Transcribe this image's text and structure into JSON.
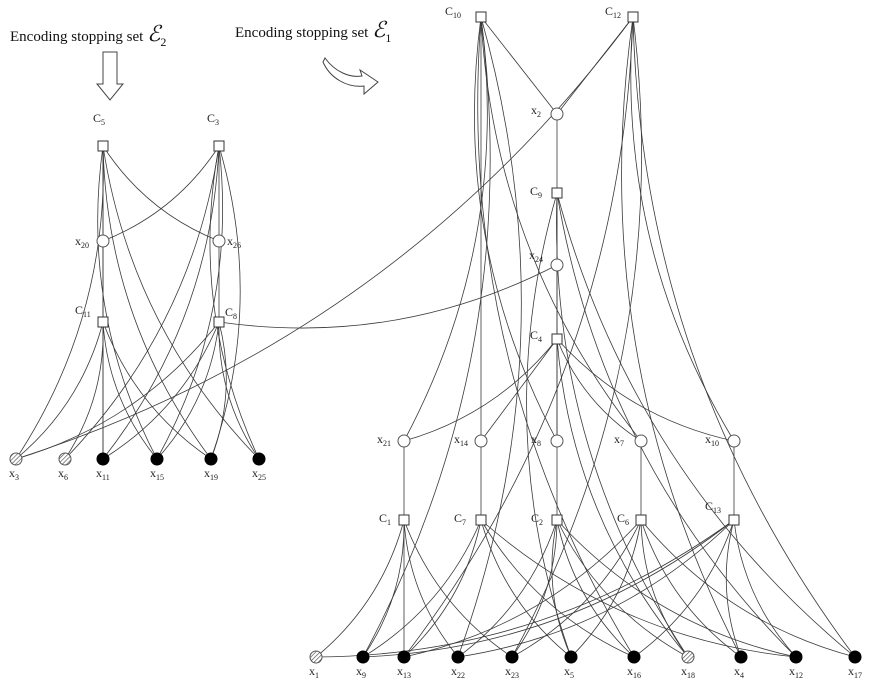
{
  "captions": {
    "left": {
      "text": "Encoding stopping set ",
      "symbol": "ℰ",
      "sub": "2"
    },
    "right": {
      "text": "Encoding stopping set ",
      "symbol": "ℰ",
      "sub": "1"
    }
  },
  "nodes": [
    {
      "id": "C5",
      "kind": "check",
      "name": "C",
      "sub": "5"
    },
    {
      "id": "C3",
      "kind": "check",
      "name": "C",
      "sub": "3"
    },
    {
      "id": "x20",
      "kind": "open",
      "name": "x",
      "sub": "20"
    },
    {
      "id": "x26",
      "kind": "open",
      "name": "x",
      "sub": "26"
    },
    {
      "id": "C11",
      "kind": "check",
      "name": "C",
      "sub": "11"
    },
    {
      "id": "C8",
      "kind": "check",
      "name": "C",
      "sub": "8"
    },
    {
      "id": "x3",
      "kind": "hatched",
      "name": "x",
      "sub": "3"
    },
    {
      "id": "x6",
      "kind": "hatched",
      "name": "x",
      "sub": "6"
    },
    {
      "id": "x11",
      "kind": "filled",
      "name": "x",
      "sub": "11"
    },
    {
      "id": "x15",
      "kind": "filled",
      "name": "x",
      "sub": "15"
    },
    {
      "id": "x19",
      "kind": "filled",
      "name": "x",
      "sub": "19"
    },
    {
      "id": "x25",
      "kind": "filled",
      "name": "x",
      "sub": "25"
    },
    {
      "id": "C10",
      "kind": "check",
      "name": "C",
      "sub": "10"
    },
    {
      "id": "C12",
      "kind": "check",
      "name": "C",
      "sub": "12"
    },
    {
      "id": "x2",
      "kind": "open",
      "name": "x",
      "sub": "2"
    },
    {
      "id": "C9",
      "kind": "check",
      "name": "C",
      "sub": "9"
    },
    {
      "id": "x24",
      "kind": "open",
      "name": "x",
      "sub": "24"
    },
    {
      "id": "C4",
      "kind": "check",
      "name": "C",
      "sub": "4"
    },
    {
      "id": "x21",
      "kind": "open",
      "name": "x",
      "sub": "21"
    },
    {
      "id": "x14",
      "kind": "open",
      "name": "x",
      "sub": "14"
    },
    {
      "id": "x8",
      "kind": "open",
      "name": "x",
      "sub": "8"
    },
    {
      "id": "x7",
      "kind": "open",
      "name": "x",
      "sub": "7"
    },
    {
      "id": "x10",
      "kind": "open",
      "name": "x",
      "sub": "10"
    },
    {
      "id": "C1",
      "kind": "check",
      "name": "C",
      "sub": "1"
    },
    {
      "id": "C7",
      "kind": "check",
      "name": "C",
      "sub": "7"
    },
    {
      "id": "C2",
      "kind": "check",
      "name": "C",
      "sub": "2"
    },
    {
      "id": "C6",
      "kind": "check",
      "name": "C",
      "sub": "6"
    },
    {
      "id": "C13",
      "kind": "check",
      "name": "C",
      "sub": "13"
    },
    {
      "id": "x1",
      "kind": "hatched",
      "name": "x",
      "sub": "1"
    },
    {
      "id": "x9",
      "kind": "filled",
      "name": "x",
      "sub": "9"
    },
    {
      "id": "x13",
      "kind": "filled",
      "name": "x",
      "sub": "13"
    },
    {
      "id": "x22",
      "kind": "filled",
      "name": "x",
      "sub": "22"
    },
    {
      "id": "x23",
      "kind": "filled",
      "name": "x",
      "sub": "23"
    },
    {
      "id": "x5",
      "kind": "filled",
      "name": "x",
      "sub": "5"
    },
    {
      "id": "x16",
      "kind": "filled",
      "name": "x",
      "sub": "16"
    },
    {
      "id": "x18",
      "kind": "hatched",
      "name": "x",
      "sub": "18"
    },
    {
      "id": "x4",
      "kind": "filled",
      "name": "x",
      "sub": "4"
    },
    {
      "id": "x12",
      "kind": "filled",
      "name": "x",
      "sub": "12"
    },
    {
      "id": "x17",
      "kind": "filled",
      "name": "x",
      "sub": "17"
    }
  ],
  "edges": [
    [
      "C5",
      "x20"
    ],
    [
      "C5",
      "x11"
    ],
    [
      "C5",
      "x15"
    ],
    [
      "C5",
      "x19"
    ],
    [
      "C5",
      "x26"
    ],
    [
      "C5",
      "x3"
    ],
    [
      "C5",
      "x25"
    ],
    [
      "C3",
      "x26"
    ],
    [
      "C3",
      "x20"
    ],
    [
      "C3",
      "x11"
    ],
    [
      "C3",
      "x15"
    ],
    [
      "C3",
      "x19"
    ],
    [
      "C3",
      "x6"
    ],
    [
      "C3",
      "x25"
    ],
    [
      "x20",
      "C11"
    ],
    [
      "x26",
      "C8"
    ],
    [
      "C11",
      "x3"
    ],
    [
      "C11",
      "x6"
    ],
    [
      "C11",
      "x11"
    ],
    [
      "C11",
      "x15"
    ],
    [
      "C11",
      "x19"
    ],
    [
      "C8",
      "x3"
    ],
    [
      "C8",
      "x11"
    ],
    [
      "C8",
      "x15"
    ],
    [
      "C8",
      "x19"
    ],
    [
      "C8",
      "x25"
    ],
    [
      "C8",
      "x24"
    ],
    [
      "C10",
      "x2"
    ],
    [
      "C10",
      "x21"
    ],
    [
      "C10",
      "x14"
    ],
    [
      "C10",
      "x7"
    ],
    [
      "C10",
      "x8"
    ],
    [
      "C10",
      "x9"
    ],
    [
      "C10",
      "x22"
    ],
    [
      "C10",
      "x16"
    ],
    [
      "C12",
      "x2"
    ],
    [
      "C12",
      "x13"
    ],
    [
      "C12",
      "x23"
    ],
    [
      "C12",
      "x10"
    ],
    [
      "C12",
      "x4"
    ],
    [
      "C12",
      "x17"
    ],
    [
      "C12",
      "x3"
    ],
    [
      "x2",
      "C9"
    ],
    [
      "C9",
      "x24"
    ],
    [
      "C9",
      "x8"
    ],
    [
      "C9",
      "x5"
    ],
    [
      "C9",
      "x18"
    ],
    [
      "C9",
      "x12"
    ],
    [
      "C9",
      "x17"
    ],
    [
      "x24",
      "C4"
    ],
    [
      "C4",
      "x21"
    ],
    [
      "C4",
      "x14"
    ],
    [
      "C4",
      "x8"
    ],
    [
      "C4",
      "x7"
    ],
    [
      "C4",
      "x10"
    ],
    [
      "C4",
      "x18"
    ],
    [
      "x21",
      "C1"
    ],
    [
      "x14",
      "C7"
    ],
    [
      "x8",
      "C2"
    ],
    [
      "x7",
      "C6"
    ],
    [
      "x10",
      "C13"
    ],
    [
      "C1",
      "x1"
    ],
    [
      "C1",
      "x9"
    ],
    [
      "C1",
      "x13"
    ],
    [
      "C1",
      "x22"
    ],
    [
      "C1",
      "x23"
    ],
    [
      "C7",
      "x9"
    ],
    [
      "C7",
      "x13"
    ],
    [
      "C7",
      "x5"
    ],
    [
      "C7",
      "x16"
    ],
    [
      "C7",
      "x12"
    ],
    [
      "C2",
      "x22"
    ],
    [
      "C2",
      "x23"
    ],
    [
      "C2",
      "x5"
    ],
    [
      "C2",
      "x16"
    ],
    [
      "C2",
      "x18"
    ],
    [
      "C2",
      "x12"
    ],
    [
      "C6",
      "x13"
    ],
    [
      "C6",
      "x23"
    ],
    [
      "C6",
      "x5"
    ],
    [
      "C6",
      "x18"
    ],
    [
      "C6",
      "x4"
    ],
    [
      "C6",
      "x17"
    ],
    [
      "C13",
      "x1"
    ],
    [
      "C13",
      "x9"
    ],
    [
      "C13",
      "x22"
    ],
    [
      "C13",
      "x16"
    ],
    [
      "C13",
      "x4"
    ],
    [
      "C13",
      "x12"
    ]
  ]
}
